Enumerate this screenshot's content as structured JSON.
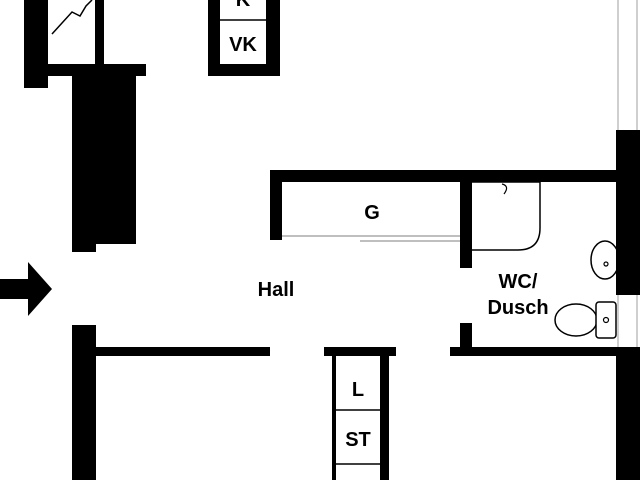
{
  "colors": {
    "wall": "#000000",
    "background": "#ffffff",
    "fixture_stroke": "#000000",
    "window_line": "#bfbfbf"
  },
  "icons": {
    "entrance": "arrow-right-icon",
    "toilet": "toilet-icon",
    "sink": "sink-icon",
    "shower": "shower-icon",
    "stair": "stair-icon"
  },
  "rooms": {
    "k": "K",
    "vk": "VK",
    "g": "G",
    "hall": "Hall",
    "wc_line1": "WC/",
    "wc_line2": "Dusch",
    "l": "L",
    "st": "ST"
  }
}
